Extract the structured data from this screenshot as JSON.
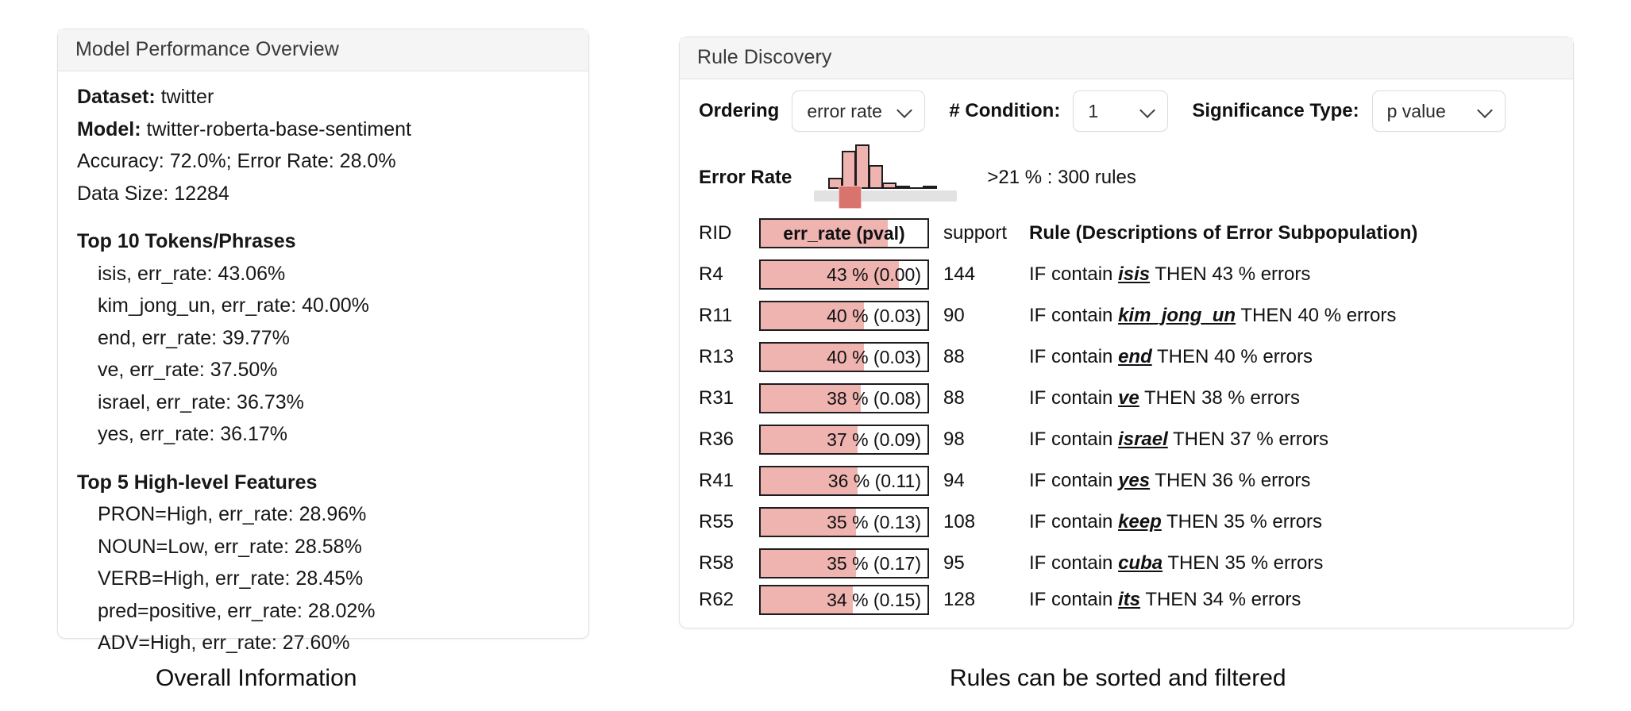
{
  "overview": {
    "header": "Model Performance Overview",
    "dataset_label": "Dataset:",
    "dataset_value": "twitter",
    "model_label": "Model:",
    "model_value": "twitter-roberta-base-sentiment",
    "accuracy_line": "Accuracy: 72.0%;   Error Rate: 28.0%",
    "data_size_line": "Data Size: 12284",
    "tokens_title": "Top 10 Tokens/Phrases",
    "tokens": [
      "isis, err_rate: 43.06%",
      "kim_jong_un, err_rate: 40.00%",
      "end, err_rate: 39.77%",
      "ve, err_rate: 37.50%",
      "israel, err_rate: 36.73%",
      "yes, err_rate: 36.17%"
    ],
    "features_title": "Top 5 High-level Features",
    "features": [
      "PRON=High, err_rate: 28.96%",
      "NOUN=Low, err_rate: 28.58%",
      "VERB=High, err_rate: 28.45%",
      "pred=positive, err_rate: 28.02%",
      "ADV=High, err_rate: 27.60%"
    ]
  },
  "rules_panel": {
    "header": "Rule Discovery",
    "controls": {
      "ordering_label": "Ordering",
      "ordering_value": "error rate",
      "condition_label": "# Condition:",
      "condition_value": "1",
      "significance_label": "Significance Type:",
      "significance_value": "p value"
    },
    "error_rate": {
      "label": "Error Rate",
      "summary": ">21 % : 300  rules",
      "threshold_text": ">21%",
      "rule_count": "300",
      "histogram_heights": [
        14,
        48,
        56,
        30,
        8,
        4,
        0,
        3
      ]
    },
    "columns": {
      "rid": "RID",
      "err_rate": "err_rate (pval)",
      "support": "support",
      "rule": "Rule (Descriptions of Error Subpopulation)"
    },
    "rows": [
      {
        "rid": "R4",
        "bar_label": "43 % (0.00)",
        "fill_pct": 83,
        "support": "144",
        "pre": "IF contain ",
        "token": "isis",
        "post": " THEN  43 % errors"
      },
      {
        "rid": "R11",
        "bar_label": "40 % (0.03)",
        "fill_pct": 62,
        "support": "90",
        "pre": "IF contain ",
        "token": "kim_jong_un",
        "post": " THEN  40 % errors"
      },
      {
        "rid": "R13",
        "bar_label": "40 % (0.03)",
        "fill_pct": 62,
        "support": "88",
        "pre": "IF contain ",
        "token": "end",
        "post": " THEN  40 % errors"
      },
      {
        "rid": "R31",
        "bar_label": "38 % (0.08)",
        "fill_pct": 60,
        "support": "88",
        "pre": "IF contain ",
        "token": "ve",
        "post": "  THEN  38 % errors"
      },
      {
        "rid": "R36",
        "bar_label": "37 % (0.09)",
        "fill_pct": 58,
        "support": "98",
        "pre": "IF contain ",
        "token": "israel",
        "post": " THEN  37 % errors"
      },
      {
        "rid": "R41",
        "bar_label": "36 % (0.11)",
        "fill_pct": 58,
        "support": "94",
        "pre": "IF contain ",
        "token": "yes",
        "post": "  THEN  36 % errors"
      },
      {
        "rid": "R55",
        "bar_label": "35 % (0.13)",
        "fill_pct": 57,
        "support": "108",
        "pre": "IF contain ",
        "token": "keep",
        "post": " THEN  35 % errors"
      },
      {
        "rid": "R58",
        "bar_label": "35 % (0.17)",
        "fill_pct": 57,
        "support": "95",
        "pre": "IF contain ",
        "token": "cuba",
        "post": " THEN  35 % errors"
      },
      {
        "rid": "R62",
        "bar_label": "34 % (0.15)",
        "fill_pct": 55,
        "support": "128",
        "pre": "IF contain ",
        "token": "its",
        "post": " THEN  34 % errors"
      }
    ]
  },
  "captions": {
    "left": "Overall Information",
    "right": "Rules can be sorted and filtered"
  },
  "colors": {
    "bar_fill": "#EFB4B0",
    "bar_outline": "#1D1D1F",
    "slider_thumb": "#D9736E",
    "slider_track": "#E2E2E2",
    "card_header_bg": "#F5F5F6",
    "card_border": "#E2E2E4"
  }
}
